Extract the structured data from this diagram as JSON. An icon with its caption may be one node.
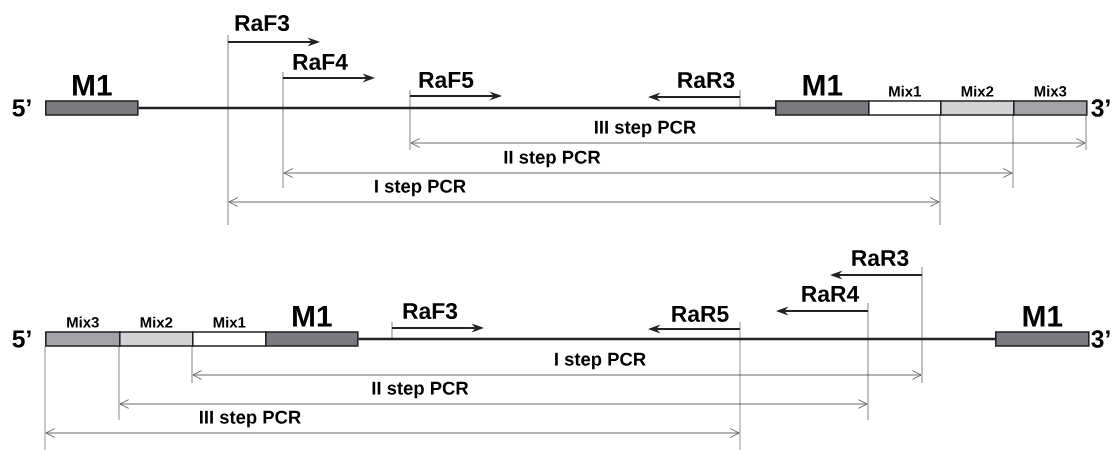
{
  "diagram": {
    "nodes": [
      {
        "text": [
          "M1"
        ]
      },
      {
        "text": [
          "M1"
        ]
      },
      {
        "text": [
          "Mix1"
        ]
      },
      {
        "text": [
          "Mix2"
        ]
      },
      {
        "text": [
          "Mix3"
        ]
      },
      {
        "text": [
          "Mix3"
        ]
      },
      {
        "text": [
          "Mix2"
        ]
      },
      {
        "text": [
          "Mix1"
        ]
      },
      {
        "text": [
          "M1"
        ]
      },
      {
        "text": [
          "M1"
        ]
      }
    ],
    "edges": [
      {
        "from": 0,
        "to": 1,
        "arrow": "none"
      },
      {
        "from": 8,
        "to": 9,
        "arrow": "none"
      }
    ],
    "labels": [
      "RaF3",
      "RaF4",
      "5’",
      "RaF5",
      "RaR3",
      "3’",
      "III step PCR",
      "II step PCR",
      "I step PCR",
      "RaR3",
      "RaR4",
      "5’",
      "RaF3",
      "RaR5",
      "3’",
      "I step PCR",
      "II step PCR",
      "III step PCR"
    ]
  }
}
